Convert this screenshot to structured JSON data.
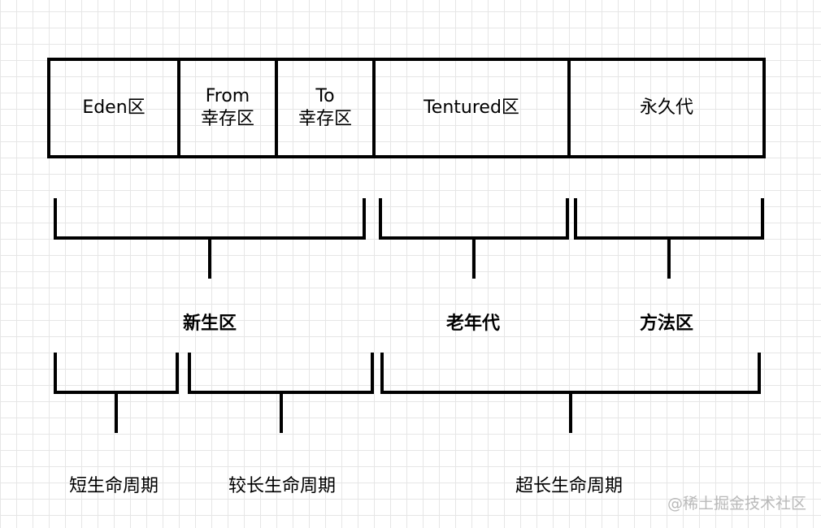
{
  "regions": {
    "eden": "Eden区",
    "from_line1": "From",
    "from_line2": "幸存区",
    "to_line1": "To",
    "to_line2": "幸存区",
    "tentured": "Tentured区",
    "permanent": "永久代"
  },
  "groups": {
    "young": "新生区",
    "old": "老年代",
    "method": "方法区"
  },
  "lifecycles": {
    "short": "短生命周期",
    "longer": "较长生命周期",
    "very_long": "超长生命周期"
  },
  "watermark": "@稀土掘金技术社区"
}
